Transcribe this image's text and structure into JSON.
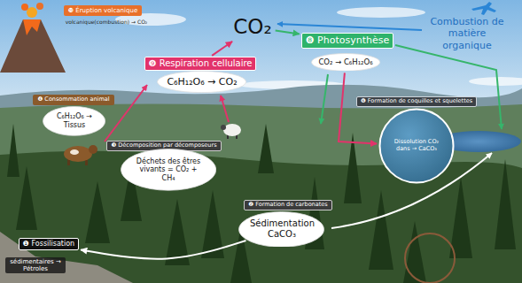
{
  "diagram": {
    "nodes": [
      {
        "text": [
          "CO₂"
        ]
      },
      {
        "text": [
          "❿ Éruption volcanique"
        ]
      },
      {
        "text": [
          "❾ Respiration cellulaire"
        ]
      },
      {
        "text": [
          "C₆H₁₂O₆ → CO₂"
        ]
      },
      {
        "text": [
          "❽ Photosynthèse"
        ]
      },
      {
        "text": [
          "CO₂ → C₆H₁₂O₆"
        ]
      },
      {
        "text": [
          "❹ Consommation animal"
        ]
      },
      {
        "text": [
          "C₆H₁₂O₆ → Tissus"
        ]
      },
      {
        "text": [
          "❻ Formation de coquilles et squelettes"
        ]
      },
      {
        "text": [
          "Dissolution CO₂ dans → CaCO₃"
        ]
      },
      {
        "text": [
          "❸ Décomposition par décomposeurs"
        ]
      },
      {
        "text": [
          "Déchets des êtres vivants = CO₂ + CH₄"
        ]
      },
      {
        "text": [
          "❷ Formation de carbonates"
        ]
      },
      {
        "text": [
          "Sédimentation CaCO₃"
        ]
      },
      {
        "text": [
          "❶ Fossilisation"
        ]
      }
    ],
    "edges": [
      {
        "from": 2,
        "to": 0,
        "arrow": "to"
      },
      {
        "from": 0,
        "to": 4,
        "arrow": "to"
      },
      {
        "from": 5,
        "to": 9,
        "arrow": "to"
      },
      {
        "from": 13,
        "to": 14,
        "arrow": "to"
      }
    ],
    "labels": [
      "volcanique(combustion) → CO₂",
      "Combustion de matière organique",
      "sédimentaires → Pétroles"
    ]
  }
}
